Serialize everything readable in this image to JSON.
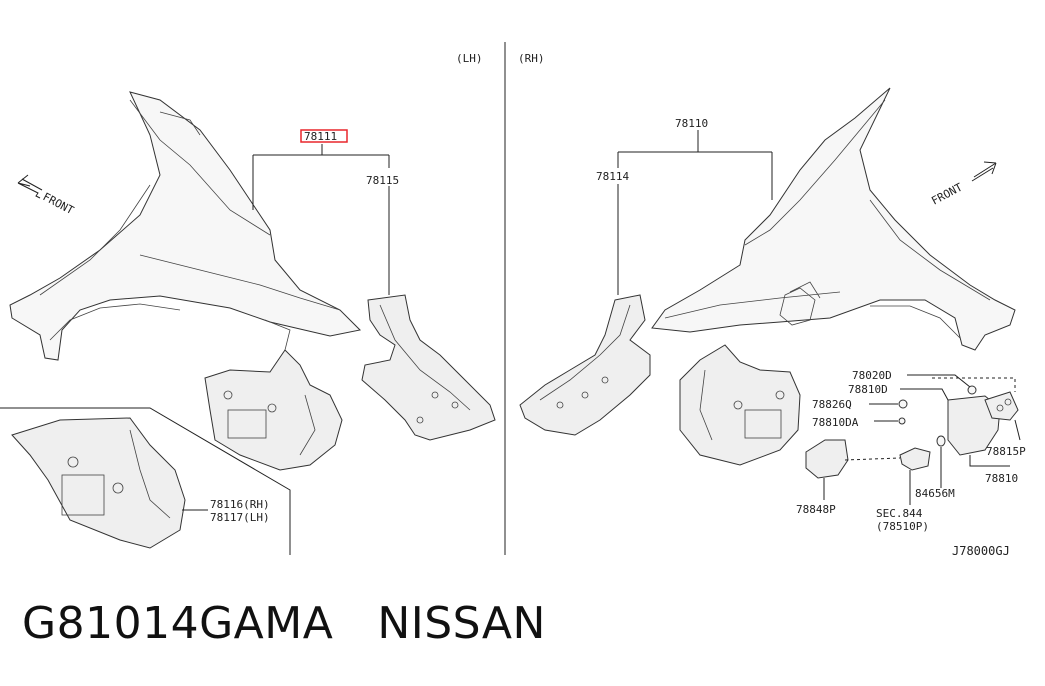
{
  "labels": {
    "side_lh": "(LH)",
    "side_rh": "(RH)",
    "front_left": "FRONT",
    "front_right": "FRONT",
    "p78111": "78111",
    "p78115": "78115",
    "p78110": "78110",
    "p78114": "78114",
    "p78116": "78116(RH)",
    "p78117": "78117(LH)",
    "p78020D": "78020D",
    "p78810D": "78810D",
    "p78826Q": "78826Q",
    "p78810DA": "78810DA",
    "p78815P": "78815P",
    "p78810": "78810",
    "p84656M": "84656M",
    "p78848P": "78848P",
    "sec844": "SEC.844",
    "p78510P": "(78510P)",
    "diagram_code": "J78000GJ"
  },
  "footer": {
    "part_number": "G81014GAMA",
    "brand": "NISSAN"
  },
  "colors": {
    "highlight": "#e8262c",
    "line": "#222222"
  }
}
